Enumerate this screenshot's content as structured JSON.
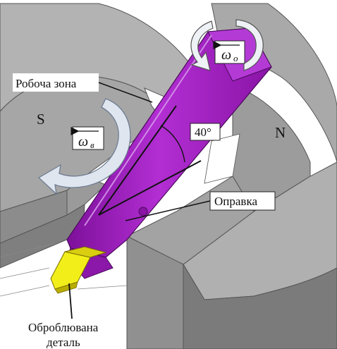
{
  "labels": {
    "work_zone": "Робоча зона",
    "pole_south": "S",
    "pole_north": "N",
    "angle": "40°",
    "holder": "Оправка",
    "workpiece_line1": "Оброблювана",
    "workpiece_line2": "деталь",
    "omega_o": "ω",
    "omega_o_sub": "o",
    "omega_v": "ω",
    "omega_v_sub": "в"
  },
  "colors": {
    "magnet_top": "#b3b3b3",
    "magnet_face": "#8f8f8f",
    "magnet_dark": "#7a7a7a",
    "tool": "#a01fbf",
    "tool_dark": "#6e0d85",
    "tool_light": "#c35bdc",
    "workpiece": "#f2ee1a",
    "workpiece_dark": "#c9b800",
    "arrow_fill": "#dfe6f0",
    "arrow_stroke": "#7f8ea3"
  }
}
